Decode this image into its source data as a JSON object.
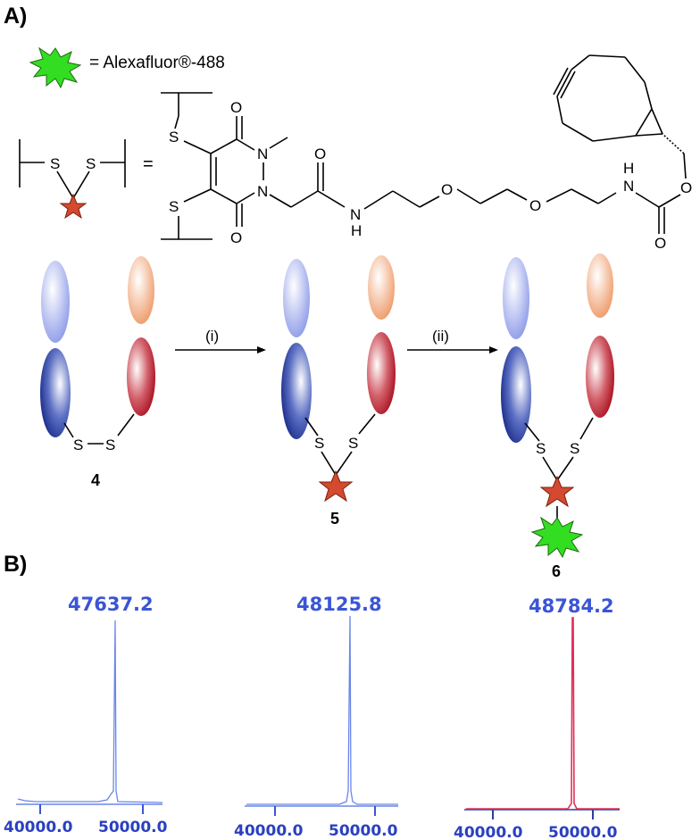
{
  "panels": {
    "a": "A)",
    "b": "B)"
  },
  "legend": {
    "fluor": "= Alexafluor®-488",
    "linker_eq": "="
  },
  "atoms": {
    "S": "S",
    "O": "O",
    "N": "N",
    "H": "H"
  },
  "arrows": {
    "step1": "(i)",
    "step2": "(ii)"
  },
  "compounds": {
    "c4": "4",
    "c5": "5",
    "c6": "6"
  },
  "colors": {
    "blue": "#2a3f9c",
    "red": "#c2202b",
    "light_blue": "#aab6ee",
    "peach": "#f0a87a",
    "star": "#d44a2f",
    "burst": "#33dd22",
    "spectrum_blue": "#3a55d6",
    "spectrum_red": "#e0305a"
  },
  "chart_data": [
    {
      "type": "line",
      "series": [
        {
          "name": "",
          "peak": 47637.2
        }
      ],
      "peak_label": "47637.2",
      "xticks": [
        "40000.0",
        "50000.0"
      ],
      "color": "#6a86e8"
    },
    {
      "type": "line",
      "series": [
        {
          "name": "",
          "peak": 48125.8
        }
      ],
      "peak_label": "48125.8",
      "xticks": [
        "40000.0",
        "50000.0"
      ],
      "color": "#6a86e8"
    },
    {
      "type": "line",
      "series": [
        {
          "name": "",
          "peak": 48784.2
        }
      ],
      "peak_label": "48784.2",
      "xticks": [
        "40000.0",
        "50000.0"
      ],
      "color": "#e0305a"
    }
  ]
}
